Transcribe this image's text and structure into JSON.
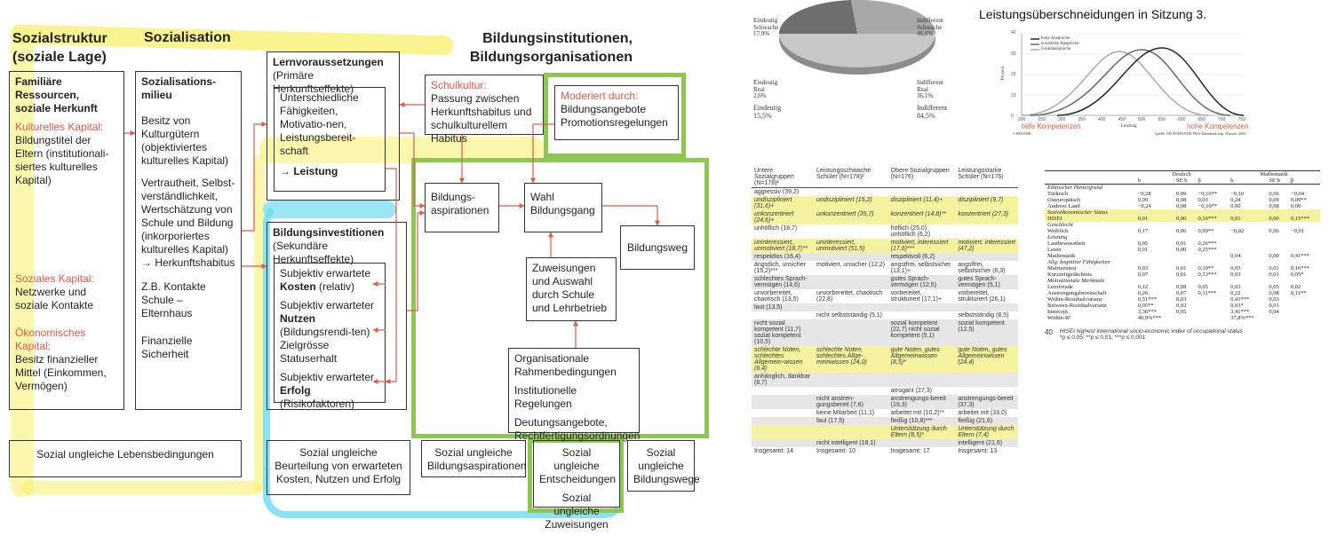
{
  "diagram": {
    "col1_header": "Sozialstruktur\n(soziale Lage)",
    "col2_header": "Sozialisation",
    "col3_header": "Bildungsinstitutionen,\nBildungsorganisationen",
    "ressourcen": {
      "title": "Familiäre\nRessourcen,\nsoziale Herkunft",
      "kultur_label": "Kulturelles Kapital:",
      "kultur_text": "Bildungstitel der Eltern (institutionali-siertes kulturelles Kapital)",
      "sozial_label": "Soziales Kapital:",
      "sozial_text": "Netzwerke und soziale Kontakte",
      "oek_label": "Ökonomisches Kapital:",
      "oek_text": "Besitz finanzieller Mittel (Einkommen, Vermögen)"
    },
    "milieu": {
      "title": "Sozialisations-\nmilieu",
      "t1": "Besitz von Kulturgütern (objektiviertes kulturelles Kapital)",
      "t2": "Vertrautheit, Selbst-verständlichkeit, Wertschätzung von Schule und Bildung (inkorporiertes kulturelles Kapital)",
      "t3": "→ Herkunftshabitus",
      "t4": "Z.B. Kontakte Schule – Elternhaus",
      "t5": "Finanzielle Sicherheit"
    },
    "lern": {
      "title": "Lernvoraussetzungen",
      "sub": "(Primäre Herkunftseffekte)",
      "inner": "Unterschiedliche Fähigkeiten, Motivatio-nen, Leistungsbereit-schaft",
      "leistung": "→ Leistung"
    },
    "inv": {
      "title": "Bildungsinvestitionen",
      "sub": "(Sekundäre Herkunftseffekte)",
      "k1": "Subjektiv erwartete",
      "k2": "Kosten",
      "k3": " (relativ)",
      "n1": "Subjektiv erwarteter",
      "n2": "Nutzen",
      "n3": " (Bildungsrendi-ten) Zielgrösse Statuserhalt",
      "e1": "Subjektiv erwarteter",
      "e2": "Erfolg",
      "e3": " (Risikofaktoren)"
    },
    "schulkultur_label": "Schulkultur:",
    "schulkultur_text": "Passung zwischen Herkunftshabitus und schulkulturellem Habitus",
    "moderiert_label": "Moderiert durch:",
    "moderiert_text": "Bildungsangebote Promotionsregelungen",
    "aspirationen": "Bildungs-\naspirationen",
    "wahl": "Wahl\nBildungsgang",
    "bildungsweg": "Bildungsweg",
    "zuweisungen": "Zuweisungen und Auswahl durch Schule und Lehrbetrieb",
    "org1": "Organisationale Rahmenbedingungen",
    "org2": "Institutionelle Regelungen",
    "org3": "Deutungsangebote, Rechtfertigungsordnungen",
    "bottom1": "Sozial ungleiche Lebensbedingungen",
    "bottom2": "Sozial ungleiche Beurteilung von erwarteten Kosten, Nutzen und Erfolg",
    "bottom3": "Sozial ungleiche Bildungsaspirationen",
    "bottom4a": "Sozial ungleiche Entscheidungen",
    "bottom4b": "Sozial ungleiche Zuweisungen",
    "bottom5": "Sozial ungleiche Bildungswege"
  },
  "pie": {
    "l1": "Eindeutig\nSchwache\n17,9%",
    "l2": "Eindeutig\nReal\n2,6%",
    "l3": "Eindeutig\n15,5%",
    "r1": "Indifferent\nSchwache\n46,6%",
    "r2": "Indifferent\nReal\n36,1%",
    "r3": "Indifferent\n84,5%"
  },
  "curve": {
    "title": "Leistungsüberschneidungen in Sitzung 3.",
    "legend": [
      "hohe Ansprüche",
      "erweiterte Ansprüche",
      "Grundansprüche"
    ],
    "low": "tiefe Kompetenzen",
    "high": "hohe Kompetenzen",
    "xlabel": "Leistung",
    "ylabel": "Prozent",
    "source": "Quelle: OECD-BFS/EDK PISA-Datenbank resp. Klassen, 2004",
    "footer": "© BFS/EDK",
    "yticks": [
      "40",
      "30",
      "20",
      "10",
      "0"
    ],
    "xticks": [
      "200",
      "250",
      "300",
      "350",
      "400",
      "450",
      "500",
      "550",
      "600",
      "650",
      "700",
      "750"
    ]
  },
  "table1": {
    "headers": [
      "Untere Sozialgruppen (N=178)¹",
      "Leistungsschwache Schüler (N=178)²",
      "Obere Sozialgruppen (N=176)",
      "Leistungsstarke Schüler (N=176)"
    ],
    "rows": [
      {
        "c": [
          "aggressiv (39,2)",
          "",
          "",
          ""
        ],
        "s": ""
      },
      {
        "c": [
          "undiszipliniert (31,6)+",
          "undiszipliniert (15,2)",
          "diszipliniert (11,4)+",
          "diszipliniert (9,7)"
        ],
        "s": "y"
      },
      {
        "c": [
          "unkonzentriert (24,6)+",
          "unkonzentriert (35,7)",
          "konzentriert (14,8)**",
          "konzentriert (27,3)"
        ],
        "s": "y"
      },
      {
        "c": [
          "unhöflich (18,7)",
          "",
          "höflich (25,0) unhöflich (6,2)",
          ""
        ],
        "s": ""
      },
      {
        "c": [
          "uninteressiert, unmotiviert (18,7)**",
          "uninteressiert, unmotiviert (51,5)",
          "motiviert, interessiert (17,6)***",
          "motiviert, interessiert (47,2)"
        ],
        "s": "y"
      },
      {
        "c": [
          "respektlos (16,4)",
          "",
          "respektvoll (6,2)",
          ""
        ],
        "s": "g"
      },
      {
        "c": [
          "ängstlich, unsicher (15,2)***",
          "motiviert, unsicher (12,2)",
          "angstfrei, selbstsicher (13,1)+",
          "angstfrei, selbstsicher (6,3)"
        ],
        "s": ""
      },
      {
        "c": [
          "schlechtes Sprach-vermögen (14,6)",
          "",
          "gutes Sprach-vermögen (12,5)",
          "gutes Sprach-vermögen (5,1)"
        ],
        "s": "g"
      },
      {
        "c": [
          "unvorbereitet, chaotisch (13,5)",
          "unvorbereitet, chaotisch (22,8)",
          "vorbereitet, strukturiert (17,1)+",
          "vorbereitet, strukturiert (26,1)"
        ],
        "s": ""
      },
      {
        "c": [
          "laut (13,5)",
          "",
          "",
          ""
        ],
        "s": "g"
      },
      {
        "c": [
          "",
          "nicht selbstständig (5,1)",
          "",
          "selbstständig (8,5)"
        ],
        "s": ""
      },
      {
        "c": [
          "nicht sozial kompetent (11,7) sozial kompetent (10,5)",
          "",
          "sozial kompetent (22,7) nicht sozial kompetent (5,1)",
          "sozial kompetent (12,5)"
        ],
        "s": "g"
      },
      {
        "c": [
          "schlechte Noten, schlechtes Allgemein-wissen (6,4)",
          "schlechte Noten, schlechtes Allge-meinwissen (24,0)",
          "gute Noten, gutes Allgemeinwissen (8,5)*",
          "gute Noten, gutes Allgemeinwissen (24,4)"
        ],
        "s": "y"
      },
      {
        "c": [
          "anhänglich, dankbar (8,7)",
          "",
          "",
          ""
        ],
        "s": "g"
      },
      {
        "c": [
          "",
          "",
          "arrogant (27,3)",
          ""
        ],
        "s": ""
      },
      {
        "c": [
          "",
          "nicht anstren-gungsbereit (7,6)",
          "anstrengungs-bereit (19,3)",
          "anstrengungs-bereit (37,3)"
        ],
        "s": "g"
      },
      {
        "c": [
          "",
          "keine Mitarbeit (11,1)",
          "arbeitet mit (10,2)**",
          "arbeitet mit (33,0)"
        ],
        "s": ""
      },
      {
        "c": [
          "",
          "faul (17,5)",
          "fleißig (10,8)***",
          "fleißig (21,6)"
        ],
        "s": "g"
      },
      {
        "c": [
          "",
          "",
          "Unterstützung durch Eltern (8,5)*",
          "Unterstützung durch Eltern (7,4)"
        ],
        "s": "y"
      },
      {
        "c": [
          "",
          "nicht intelligent (18,1)",
          "",
          "intelligent (21,6)"
        ],
        "s": "g"
      },
      {
        "c": [
          "Insgesamt: 14",
          "Insgesamt: 10",
          "Insgesamt: 17",
          "Insgesamt: 13"
        ],
        "s": ""
      }
    ]
  },
  "table2": {
    "group1": "Deutsch",
    "group2": "Mathematik",
    "sub": [
      "b",
      "SE b",
      "β",
      "b",
      "SE b",
      "β"
    ],
    "rows": [
      {
        "c": [
          "Ethnischer Hintergrund",
          "",
          "",
          "",
          "",
          "",
          ""
        ],
        "s": "i"
      },
      {
        "c": [
          "Türkisch",
          "−0,28",
          "0,09",
          "−0,10**",
          "−0,10",
          "0,06",
          "−0,04"
        ],
        "s": ""
      },
      {
        "c": [
          "Osteuropäisch",
          "0,09",
          "0,08",
          "0,03",
          "0,24",
          "0,09",
          "0,09**"
        ],
        "s": ""
      },
      {
        "c": [
          "Anderes Land",
          "−0,24",
          "0,08",
          "−0,10**",
          "0,00",
          "0,08",
          "0,00"
        ],
        "s": ""
      },
      {
        "c": [
          "Sozioökonomischer Status",
          "",
          "",
          "",
          "",
          "",
          ""
        ],
        "s": "yi"
      },
      {
        "c": [
          "HISEI",
          "0,01",
          "0,00",
          "0,16***",
          "0,01",
          "0,00",
          "0,15***"
        ],
        "s": "y"
      },
      {
        "c": [
          "Geschlecht",
          "",
          "",
          "",
          "",
          "",
          ""
        ],
        "s": "i"
      },
      {
        "c": [
          "Weiblich",
          "0,17",
          "0,06",
          "0,09**",
          "−0,02",
          "0,06",
          "−0,01"
        ],
        "s": ""
      },
      {
        "c": [
          "Leistung",
          "",
          "",
          "",
          "",
          "",
          ""
        ],
        "s": "i"
      },
      {
        "c": [
          "Lautbewusstheit",
          "0,05",
          "0,01",
          "0,26***",
          "",
          "",
          ""
        ],
        "s": ""
      },
      {
        "c": [
          "Lesen",
          "0,01",
          "0,00",
          "0,25***",
          "",
          "",
          ""
        ],
        "s": ""
      },
      {
        "c": [
          "Mathematik",
          "",
          "",
          "",
          "0,04",
          "0,00",
          "0,41***"
        ],
        "s": ""
      },
      {
        "c": [
          "Allg. kognitive Fähigkeiten",
          "",
          "",
          "",
          "",
          "",
          ""
        ],
        "s": "i"
      },
      {
        "c": [
          "Matrizentest",
          "0,03",
          "0,01",
          "0,10**",
          "0,05",
          "0,01",
          "0,16***"
        ],
        "s": ""
      },
      {
        "c": [
          "Kurzzeitgedächtnis",
          "0,07",
          "0,01",
          "0,13***",
          "0,03",
          "0,01",
          "0,05*"
        ],
        "s": ""
      },
      {
        "c": [
          "Motivationale Merkmale",
          "",
          "",
          "",
          "",
          "",
          ""
        ],
        "s": "i"
      },
      {
        "c": [
          "Lernfreude",
          "0,12",
          "0,08",
          "0,05",
          "0,03",
          "0,05",
          "0,02"
        ],
        "s": ""
      },
      {
        "c": [
          "Anstrengungsbereitschaft",
          "0,26",
          "0,07",
          "0,11***",
          "0,22",
          "0,08",
          "0,11**"
        ],
        "s": ""
      },
      {
        "c": [
          "Within-Residualvarianz",
          "0,51***",
          "0,03",
          "",
          "0,43***",
          "0,03",
          ""
        ],
        "s": ""
      },
      {
        "c": [
          "Between-Residualvarianz",
          "0,05**",
          "0,02",
          "",
          "0,03*",
          "0,01",
          ""
        ],
        "s": ""
      },
      {
        "c": [
          "Intercept",
          "3,36***",
          "0,05",
          "",
          "3,41***",
          "0,04",
          ""
        ],
        "s": ""
      },
      {
        "c": [
          "Within-R²",
          "40,9%***",
          "",
          "",
          "37,8%***",
          "",
          ""
        ],
        "s": ""
      }
    ],
    "footnote_num": "40",
    "footnote1": "HISEI highest international socio-economic index of occupational status",
    "footnote2": "*p ≤ 0,05; **p ≤ 0,01; ***p ≤ 0,001"
  },
  "colors": {
    "highlight_yellow": "#f7f06a",
    "highlight_green": "#8ec754",
    "highlight_cyan": "#6fdcf0",
    "accent_red": "#e05a4a"
  }
}
